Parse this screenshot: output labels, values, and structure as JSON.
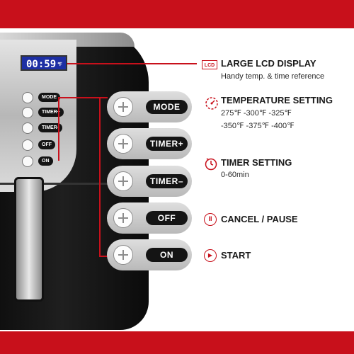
{
  "colors": {
    "accent": "#c8101b",
    "lcd": "#1d2fa4",
    "pill": "#141414"
  },
  "device": {
    "lcd_time": "00:59",
    "panel_buttons": [
      "MODE",
      "TIMER+",
      "TIMER-",
      "OFF",
      "ON"
    ]
  },
  "callouts": [
    {
      "label": "MODE"
    },
    {
      "label": "TIMER+"
    },
    {
      "label": "TIMER–"
    },
    {
      "label": "OFF"
    },
    {
      "label": "ON"
    }
  ],
  "features": {
    "lcd": {
      "icon_text": "LCD",
      "icon": "lcd-icon",
      "title": "LARGE LCD DISPLAY",
      "subtitle": "Handy temp. & time reference"
    },
    "temperature": {
      "icon": "thermometer-dial-icon",
      "title": "TEMPERATURE SETTING",
      "line1": "275℉ -300℉ -325℉",
      "line2": "-350℉ -375℉ -400℉"
    },
    "timer": {
      "icon": "stopwatch-icon",
      "title": "TIMER SETTING",
      "subtitle": "0-60min"
    },
    "cancel": {
      "icon": "pause-icon",
      "icon_text": "II",
      "title": "CANCEL / PAUSE"
    },
    "start": {
      "icon": "play-icon",
      "icon_text": "▶",
      "title": "START"
    }
  }
}
